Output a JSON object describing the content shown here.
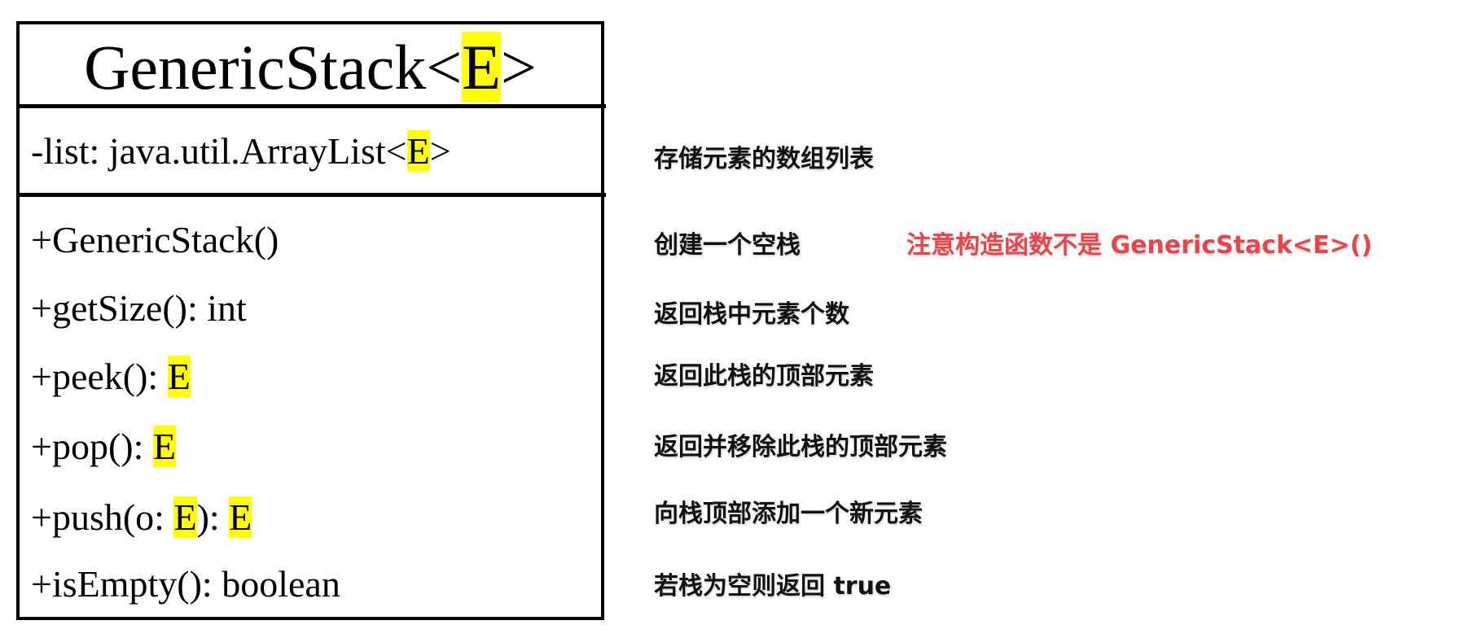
{
  "class_name": "GenericStack",
  "type_param": "E",
  "attribute": {
    "prefix": "-list: java.util.ArrayList<",
    "type": "E",
    "suffix": ">",
    "note": "存储元素的数组列表"
  },
  "methods": [
    {
      "text": "+GenericStack()",
      "note": "创建一个空栈"
    },
    {
      "text": "+getSize(): int",
      "note": "返回栈中元素个数"
    },
    {
      "text": "+peek(): ",
      "type": "E",
      "note": "返回此栈的顶部元素"
    },
    {
      "text": "+pop(): ",
      "type": "E",
      "note": "返回并移除此栈的顶部元素"
    },
    {
      "text": "+push(o: ",
      "type": "E",
      "mid": "): ",
      "type2": "E",
      "note": "向栈顶部添加一个新元素"
    },
    {
      "text": "+isEmpty(): boolean",
      "note": "若栈为空则返回 true"
    }
  ],
  "warning": "注意构造函数不是 GenericStack<E>()",
  "colors": {
    "highlight": "#ffff00",
    "warning": "#e8454a"
  }
}
